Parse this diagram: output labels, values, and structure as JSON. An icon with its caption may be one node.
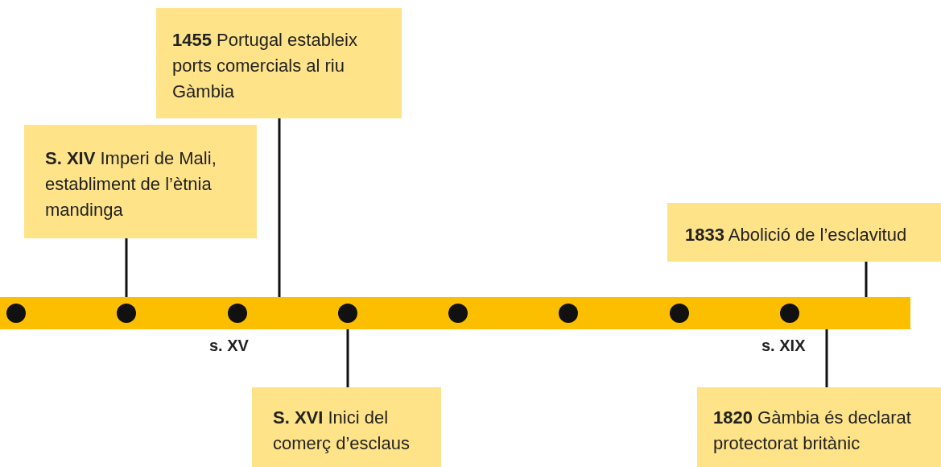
{
  "diagram": {
    "nodes": [
      {
        "text": [
          "**1455** Portugal estableix ports comercials al riu Gàmbia"
        ]
      },
      {
        "text": [
          "**S. XIV** Imperi de Mali, establiment de l’ètnia mandinga"
        ]
      },
      {
        "text": [
          "**1833** Abolició de l’esclavitud"
        ]
      },
      {
        "text": [],
        "shape": "bar"
      },
      {
        "text": [
          "**S. XVI** Inici del comerç d’esclaus"
        ]
      },
      {
        "text": [
          "**1820** Gàmbia és declarat protectorat britànic"
        ]
      }
    ],
    "edges": [
      {
        "from": 0,
        "to": 3,
        "arrow": "none"
      },
      {
        "from": 1,
        "to": 3,
        "arrow": "none"
      },
      {
        "from": 2,
        "to": 3,
        "arrow": "none"
      },
      {
        "from": 4,
        "to": 3,
        "arrow": "none"
      },
      {
        "from": 5,
        "to": 3,
        "arrow": "none"
      }
    ],
    "labels": [
      "s. XV",
      "s. XIX"
    ]
  }
}
